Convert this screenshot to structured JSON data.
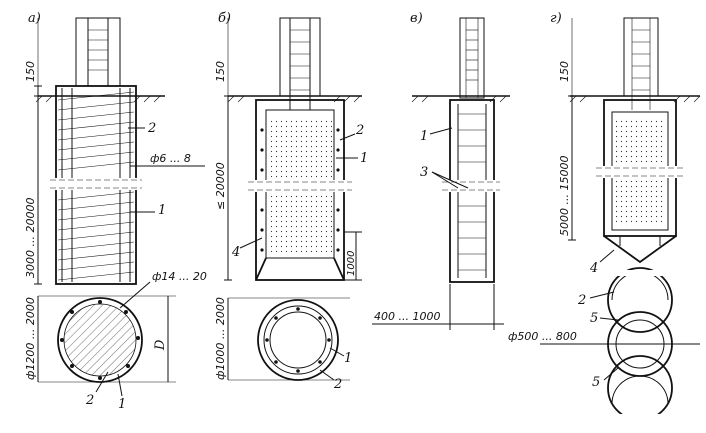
{
  "panels": {
    "a": {
      "letter": "а)",
      "dim_top": "150",
      "dim_length": "3000 ... 20000",
      "bar_small": "ф6 ... 8",
      "bar_main": "ф14 ... 20",
      "dim_section": "ф1200 ... 2000",
      "dim_D": "D",
      "callout_1": "1",
      "callout_2": "2",
      "sec_1": "1",
      "sec_2": "2"
    },
    "b": {
      "letter": "б)",
      "dim_top": "150",
      "dim_length": "≤ 20000",
      "dim_bottom": "1000",
      "dim_section": "ф1000 ... 2000",
      "callout_1": "1",
      "callout_2": "2",
      "callout_4": "4",
      "sec_1": "1",
      "sec_2": "2"
    },
    "v": {
      "letter": "в)",
      "callout_1": "1",
      "callout_3": "3",
      "dim_width": "400 ... 1000"
    },
    "g": {
      "letter": "г)",
      "dim_top": "150",
      "dim_upper": "5000 ... 15000",
      "callout_4": "4",
      "callout_2": "2",
      "callout_5a": "5",
      "callout_5b": "5",
      "dim_diam": "ф500 ... 800"
    }
  }
}
